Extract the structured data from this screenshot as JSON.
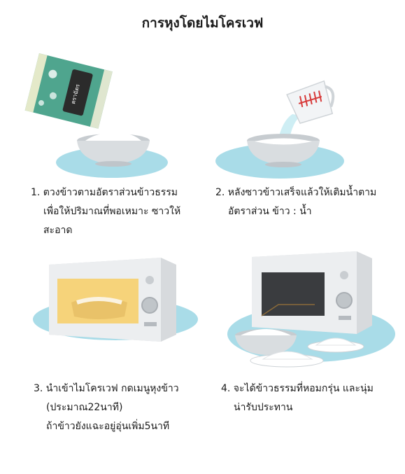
{
  "title": "การหุงโดยไมโครเวฟ",
  "package": {
    "brand": "ตราฉัตร"
  },
  "steps": [
    {
      "lines": [
        "1. ตวงข้าวตามอัตราส่วนข้าวธรรม",
        "เพื่อให้ปริมาณที่พอเหมาะ ซาวให้",
        "สะอาด"
      ]
    },
    {
      "lines": [
        "2. หลังซาวข้าวเสร็จแล้วให้เติมน้ำตาม",
        "อัตราส่วน ข้าว : น้ำ"
      ]
    },
    {
      "lines": [
        "3. นำเข้าไมโครเวฟ กดเมนูหุงข้าว",
        "(ประมาณ22นาที)",
        "ถ้าข้าวยังแฉะอยู่อุ่นเพิ่ม5นาที"
      ]
    },
    {
      "lines": [
        "4. จะได้ข้าวธรรมที่หอมกรุ่น และนุ่ม",
        "น่ารับประทาน"
      ]
    }
  ],
  "colors": {
    "puddle": "#a9dce8",
    "bowl": "#d9dde0",
    "microwave": "#e8eaec",
    "window_on": "#f6d37a",
    "cup_marks": "#d73a3a"
  }
}
